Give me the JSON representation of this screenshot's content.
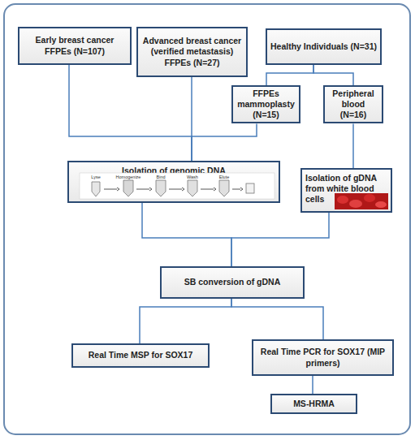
{
  "diagram": {
    "nodes": [
      {
        "text": [
          "Early breast cancer FFPEs (N=107)"
        ]
      },
      {
        "text": [
          "Advanced breast cancer (verified metastasis) FFPEs (N=27)"
        ]
      },
      {
        "text": [
          "Healthy Individuals (N=31)"
        ]
      },
      {
        "text": [
          "FFPEs mammoplasty (N=15)"
        ]
      },
      {
        "text": [
          "Peripheral blood (N=16)"
        ]
      },
      {
        "text": [
          "Isolation of genomic DNA"
        ]
      },
      {
        "text": [
          "Isolation of gDNA from white blood cells"
        ]
      },
      {
        "text": [
          "SB conversion of gDNA"
        ]
      },
      {
        "text": [
          "Real Time MSP for SOX17"
        ]
      },
      {
        "text": [
          "Real Time PCR for SOX17 (MIP primers)"
        ]
      },
      {
        "text": [
          "MS-HRMA"
        ]
      }
    ],
    "edges": [
      {
        "from": 2,
        "to": 3,
        "arrow": "none"
      },
      {
        "from": 2,
        "to": 4,
        "arrow": "none"
      },
      {
        "from": 0,
        "to": 5,
        "arrow": "none"
      },
      {
        "from": 1,
        "to": 5,
        "arrow": "none"
      },
      {
        "from": 3,
        "to": 5,
        "arrow": "none"
      },
      {
        "from": 4,
        "to": 6,
        "arrow": "none"
      },
      {
        "from": 5,
        "to": 7,
        "arrow": "none"
      },
      {
        "from": 6,
        "to": 7,
        "arrow": "none"
      },
      {
        "from": 7,
        "to": 8,
        "arrow": "none"
      },
      {
        "from": 7,
        "to": 9,
        "arrow": "none"
      },
      {
        "from": 9,
        "to": 10,
        "arrow": "none"
      }
    ],
    "labels": [
      "Lyse",
      "Homogenize",
      "Bind",
      "Wash",
      "Elute"
    ]
  }
}
